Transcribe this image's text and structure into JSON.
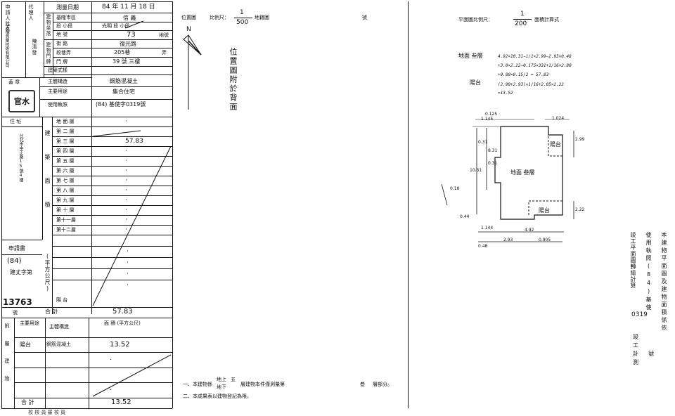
{
  "left_panel": {
    "applicant_label": "申請人姓名",
    "agent_label": "代理人",
    "agent_org": "天福測量技術有限公司",
    "agent_name": "陳清發",
    "survey_date_label": "測量日期",
    "survey_date_value": "84 年 11 月 18 日",
    "location_label": "建物坐落",
    "city_label": "基隆市區",
    "city_value": "信 義",
    "section_label": "段 小段",
    "section_value": "光明 段 小段",
    "lot_label": "地 號",
    "lot_value": "73",
    "lot_suffix": "地號",
    "door_label": "建物門牌",
    "street_label": "街 路",
    "street_value": "復光路",
    "lane_label": "段巷弄",
    "lane_value": "205巷",
    "lane_suffix": "弄",
    "no_label": "門 牌",
    "no_value": "39 號 三樓",
    "style_label": "建築式樣",
    "structure_label": "主體構造",
    "structure_value": "鋼筋混凝土",
    "main_use_label": "主要用途",
    "main_use_value": "集合住宅",
    "permit_label": "使用執照",
    "permit_value": "(84) 基使字0319號",
    "stamp_label": "蓋 章",
    "stamp_text": "官水",
    "address_label": "住 址",
    "address_value": "台北市中正路15號4樓",
    "area_section_label": "建築面積",
    "floors": [
      {
        "label": "地 面 層",
        "value": "·"
      },
      {
        "label": "第 二 層",
        "value": ""
      },
      {
        "label": "第 三 層",
        "value": "57.83"
      },
      {
        "label": "第 四 層",
        "value": "·"
      },
      {
        "label": "第 五 層",
        "value": "·"
      },
      {
        "label": "第 六 層",
        "value": "·"
      },
      {
        "label": "第 七 層",
        "value": "·"
      },
      {
        "label": "第 八 層",
        "value": "·"
      },
      {
        "label": "第 九 層",
        "value": "·"
      },
      {
        "label": "第 十 層",
        "value": "·"
      },
      {
        "label": "第十一層",
        "value": "·"
      },
      {
        "label": "第十二層",
        "value": "·"
      }
    ],
    "unit_label": "(平方公尺)",
    "blank_rows": [
      "",
      "·",
      "·",
      "·",
      "·"
    ],
    "balcony_label": "陽 台",
    "total_label": "合 計",
    "total_value": "57.83",
    "applicant_box_label": "申請書",
    "applicant_box_value1": "(84)",
    "applicant_box_value2": "建丈字第",
    "applicant_box_number": "13763",
    "applicant_box_suffix": "號",
    "attached_label": "附屬建物",
    "attached_use_header": "主要用途",
    "attached_struct_header": "主體構造",
    "attached_area_header": "面 積 (平方公尺)",
    "attached_rows": [
      {
        "use": "陽台",
        "struct": "鋼筋混凝土",
        "area": "13.52"
      },
      {
        "use": "",
        "struct": "",
        "area": "·"
      },
      {
        "use": "",
        "struct": "",
        "area": ""
      },
      {
        "use": "",
        "struct": "",
        "area": "·"
      }
    ],
    "attached_total_label": "合 計",
    "attached_total_value": "13.52"
  },
  "location_map": {
    "label": "位置圖",
    "scale_label": "比例尺：",
    "scale_num": "1",
    "scale_den": "500",
    "scale_suffix": "地籍圖",
    "north": "N",
    "note": "位置圖附於背面",
    "stray_label": "號"
  },
  "plan": {
    "scale_label": "平面圖比例尺：",
    "scale_num": "1",
    "scale_den": "200",
    "scale_suffix": "面積計算式",
    "calc_title": "地面 叁層",
    "calc_lines": [
      "4.92×10.31−1/1×2.99−2.93×0.48",
      "+3.0×2.22−0.175×331+1/16×2.80",
      "+0.80×0.15/2 = 57.83"
    ],
    "balcony_calc_title": "陽台",
    "balcony_calc_lines": [
      "(2.99+2.93)×1/16+2.05×2.22",
      "=13.52"
    ],
    "room_label": "地面 叁層",
    "balcony_label": "陽台",
    "balcony_label2": "陽台",
    "dims": {
      "top_left": "0.125",
      "top_left2": "1.145",
      "top_right": "1.024",
      "right_top": "2.99",
      "left1": "0.31",
      "left2": "8.31",
      "left3": "0.31",
      "left_h": "10.31",
      "left_far": "0.18",
      "right_low": "2.22",
      "bottom_left": "1.144",
      "bottom_mid": "4.92",
      "bottom_l2": "2.93",
      "bottom_r2": "0.905",
      "bottom_tiny": "0.48",
      "left_tiny": "0.44"
    }
  },
  "right_note": {
    "col1": "本建物平面圖及建物面積係依",
    "col2": "使用執照(84)基使",
    "col3": "竣工平面圖轉繪計算",
    "permit_no": "0319",
    "suffix1": "號",
    "suffix2": "竣",
    "suffix3": "工",
    "suffix4": "計",
    "suffix5": "測"
  },
  "notes": {
    "note1_prefix": "一、本建物係",
    "note1_above": "地上",
    "note1_below": "地下",
    "note1_mid": "五",
    "note1_rest": "層建物本件僅測量第",
    "note1_floor": "叁",
    "note1_end": "層部分。",
    "note2": "二、本成果表以建物登記為限。"
  },
  "footer": {
    "text": "校 核    員    審 核    員"
  }
}
